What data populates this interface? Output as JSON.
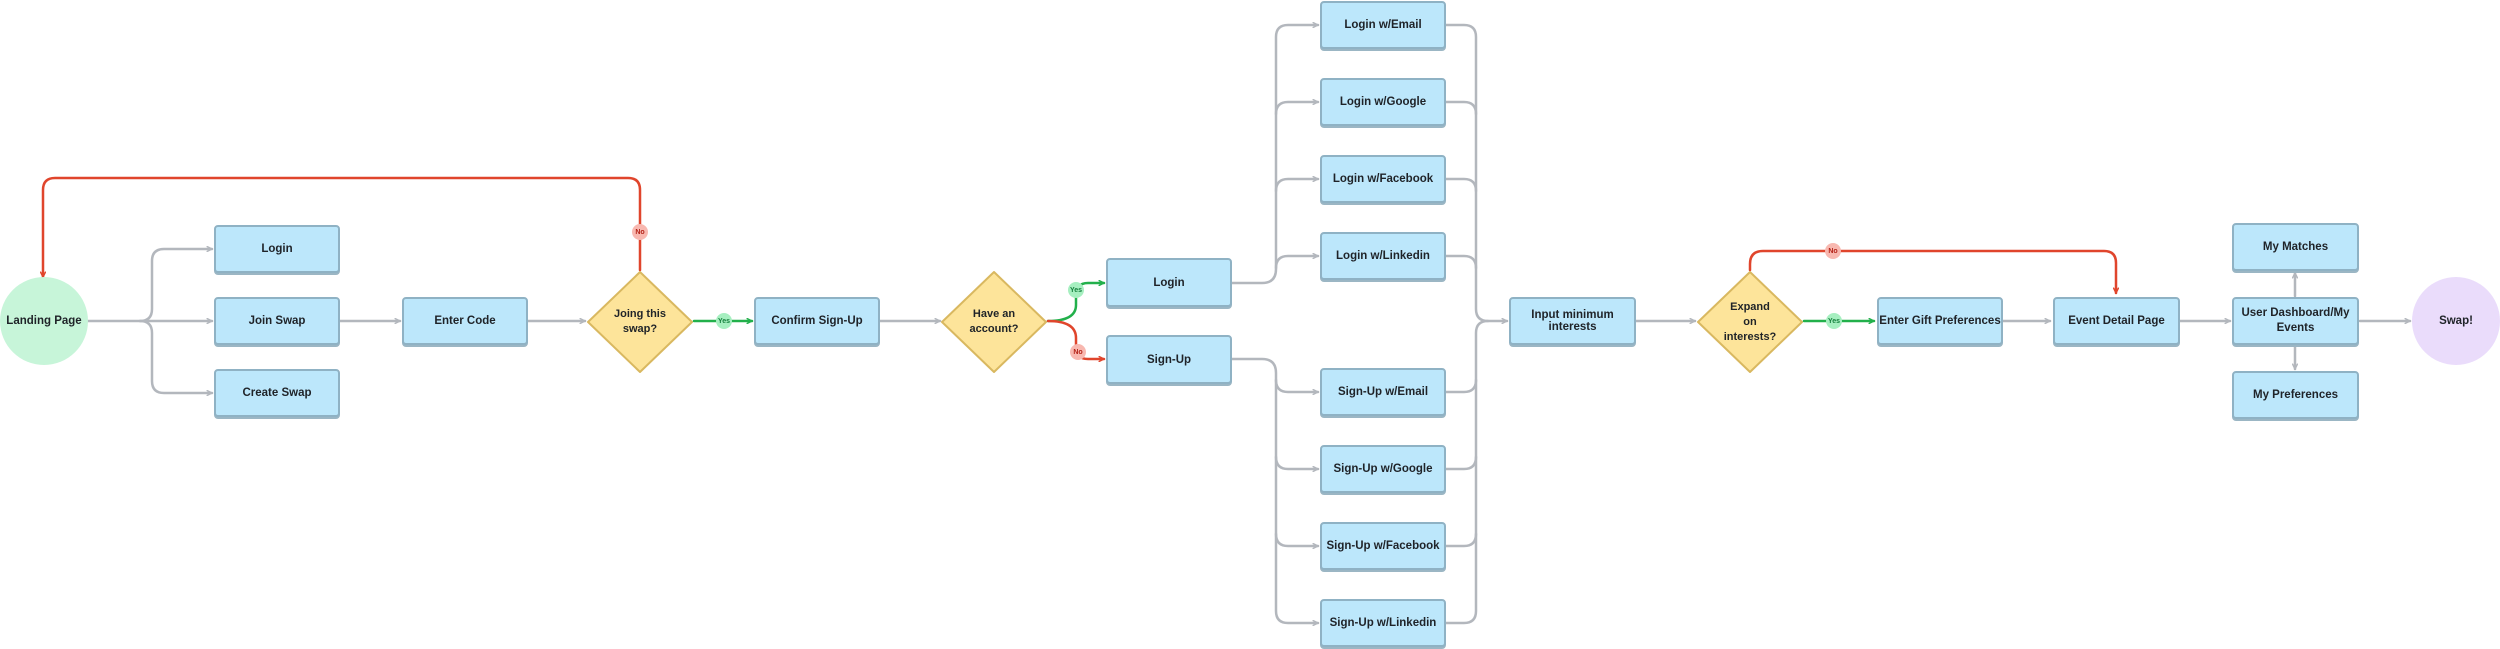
{
  "nodes": {
    "landing": "Landing\nPage",
    "login_top": "Login",
    "join_swap": "Join Swap",
    "create_swap": "Create Swap",
    "enter_code": "Enter Code",
    "joining_decision": "Joing this\nswap?",
    "confirm_signup": "Confirm Sign-Up",
    "have_account_decision": "Have an\naccount?",
    "login_mid": "Login",
    "signup_mid": "Sign-Up",
    "login_email": "Login w/Email",
    "login_google": "Login w/Google",
    "login_facebook": "Login w/Facebook",
    "login_linkedin": "Login w/Linkedin",
    "signup_email": "Sign-Up w/Email",
    "signup_google": "Sign-Up w/Google",
    "signup_facebook": "Sign-Up w/Facebook",
    "signup_linkedin": "Sign-Up w/Linkedin",
    "input_interests": "Input minimum interests",
    "expand_decision": "Expand\non\ninterests?",
    "gift_prefs": "Enter Gift Preferences",
    "event_detail": "Event Detail Page",
    "dashboard": "User Dashboard/My\nEvents",
    "my_matches": "My Matches",
    "my_preferences": "My Preferences",
    "swap": "Swap!"
  },
  "badges": {
    "yes": "Yes",
    "no": "No"
  },
  "colors": {
    "box_fill": "#bce7fb",
    "box_border": "#8fb2c4",
    "decision_fill": "#fde49a",
    "start_fill": "#c7f5d9",
    "end_fill": "#eadcfb",
    "arrow_default": "#b3b7bd",
    "arrow_yes": "#22b04b",
    "arrow_no": "#e0452c"
  }
}
